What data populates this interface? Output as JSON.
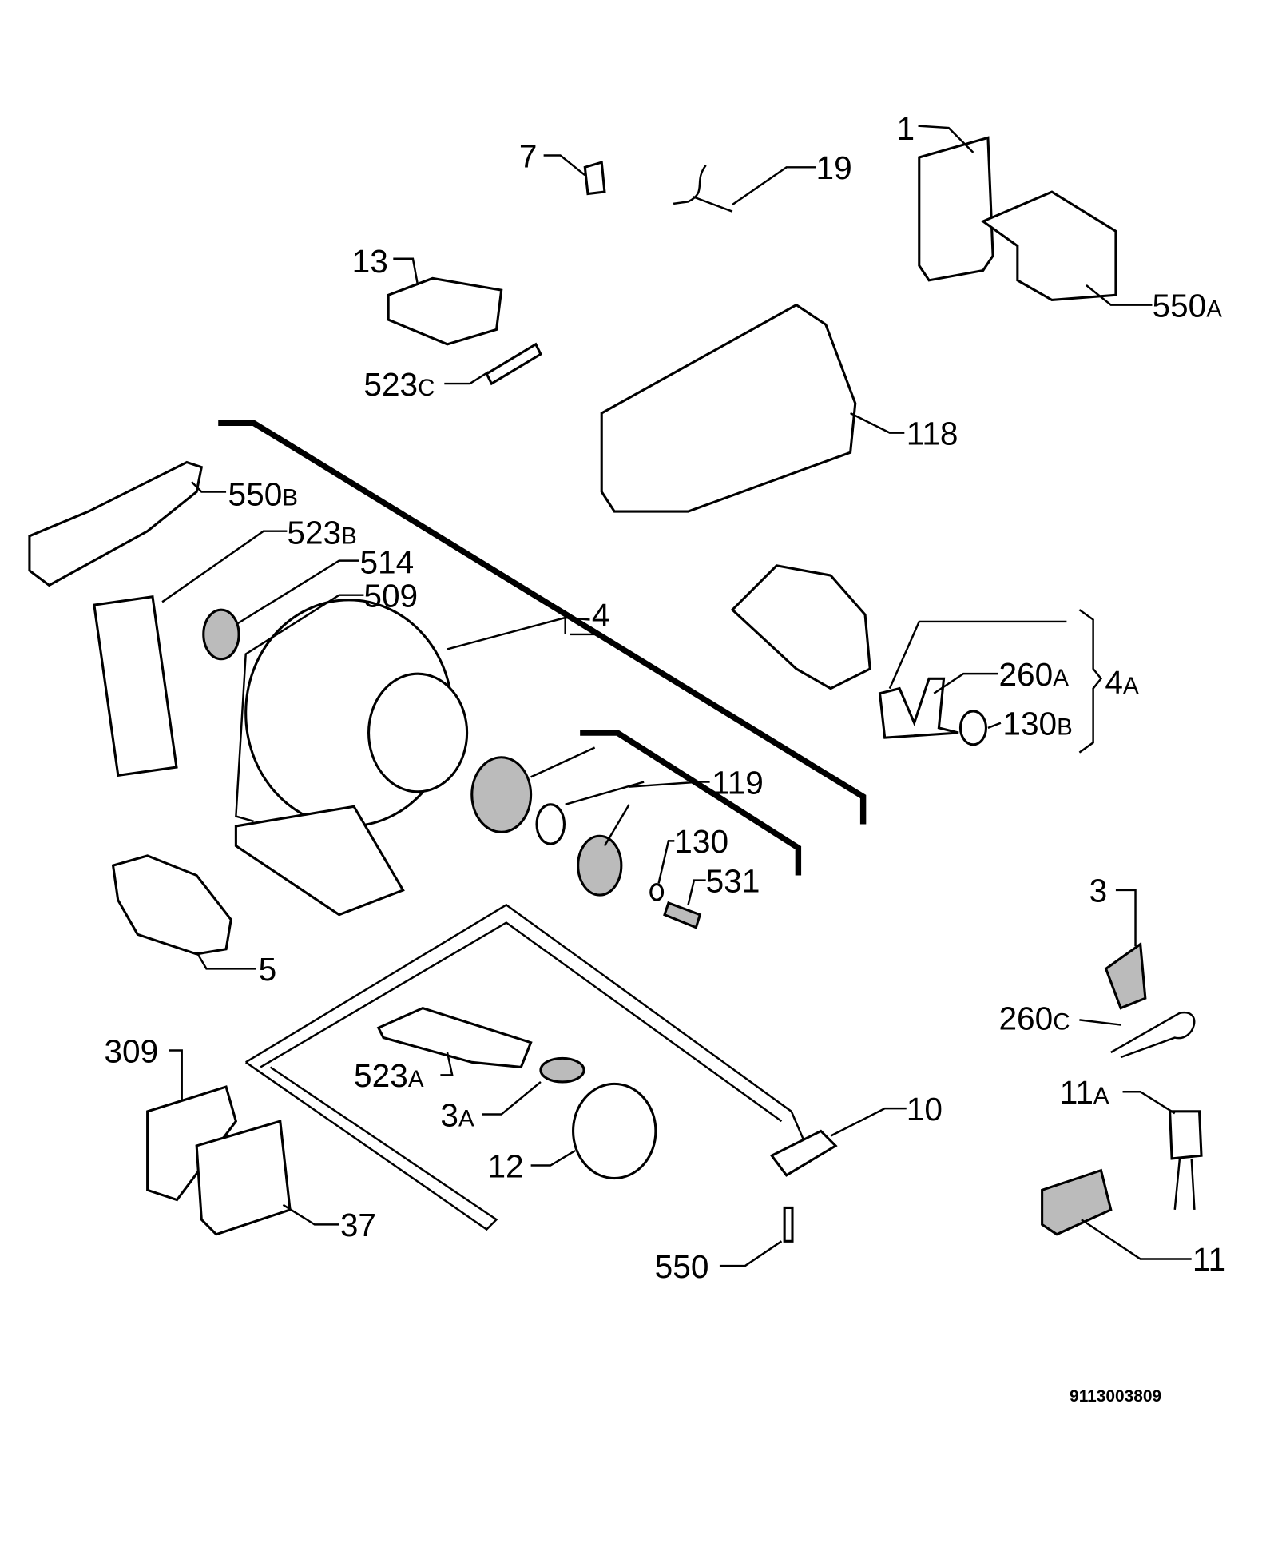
{
  "diagram_code": "9113003809",
  "parts": [
    {
      "num": "1",
      "suffix": ""
    },
    {
      "num": "7",
      "suffix": ""
    },
    {
      "num": "19",
      "suffix": ""
    },
    {
      "num": "13",
      "suffix": ""
    },
    {
      "num": "550",
      "suffix": "A"
    },
    {
      "num": "523",
      "suffix": "C"
    },
    {
      "num": "118",
      "suffix": ""
    },
    {
      "num": "550",
      "suffix": "B"
    },
    {
      "num": "523",
      "suffix": "B"
    },
    {
      "num": "514",
      "suffix": ""
    },
    {
      "num": "509",
      "suffix": ""
    },
    {
      "num": "4",
      "suffix": ""
    },
    {
      "num": "260",
      "suffix": "A"
    },
    {
      "num": "4",
      "suffix": "A"
    },
    {
      "num": "130",
      "suffix": "B"
    },
    {
      "num": "119",
      "suffix": ""
    },
    {
      "num": "130",
      "suffix": ""
    },
    {
      "num": "531",
      "suffix": ""
    },
    {
      "num": "3",
      "suffix": ""
    },
    {
      "num": "5",
      "suffix": ""
    },
    {
      "num": "260",
      "suffix": "C"
    },
    {
      "num": "309",
      "suffix": ""
    },
    {
      "num": "523",
      "suffix": "A"
    },
    {
      "num": "11",
      "suffix": "A"
    },
    {
      "num": "10",
      "suffix": ""
    },
    {
      "num": "3",
      "suffix": "A"
    },
    {
      "num": "12",
      "suffix": ""
    },
    {
      "num": "37",
      "suffix": ""
    },
    {
      "num": "11",
      "suffix": ""
    },
    {
      "num": "550",
      "suffix": ""
    }
  ]
}
